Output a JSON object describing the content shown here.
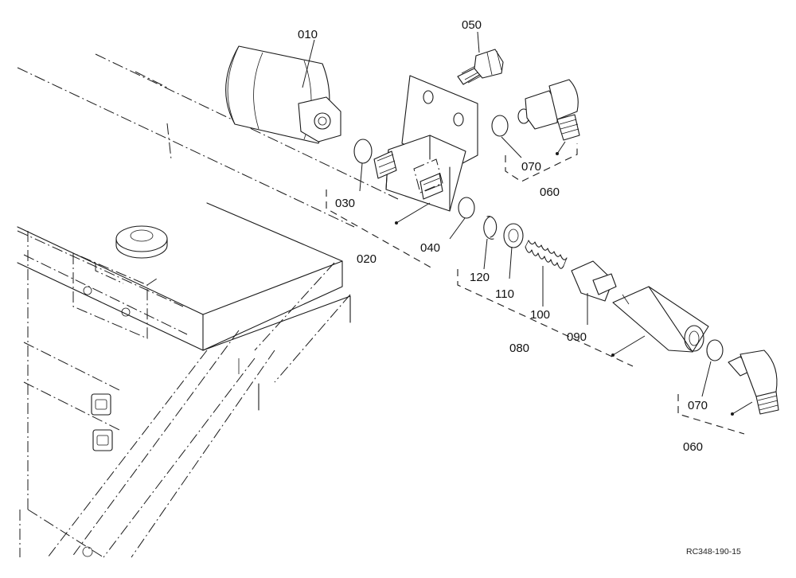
{
  "diagram": {
    "labels": {
      "p010": "010",
      "p050": "050",
      "p070a": "070",
      "p060a": "060",
      "p030": "030",
      "p020": "020",
      "p040": "040",
      "p120": "120",
      "p110": "110",
      "p100": "100",
      "p090": "090",
      "p080": "080",
      "p070b": "070",
      "p060b": "060"
    },
    "figure_code": "RC348-190-15"
  }
}
